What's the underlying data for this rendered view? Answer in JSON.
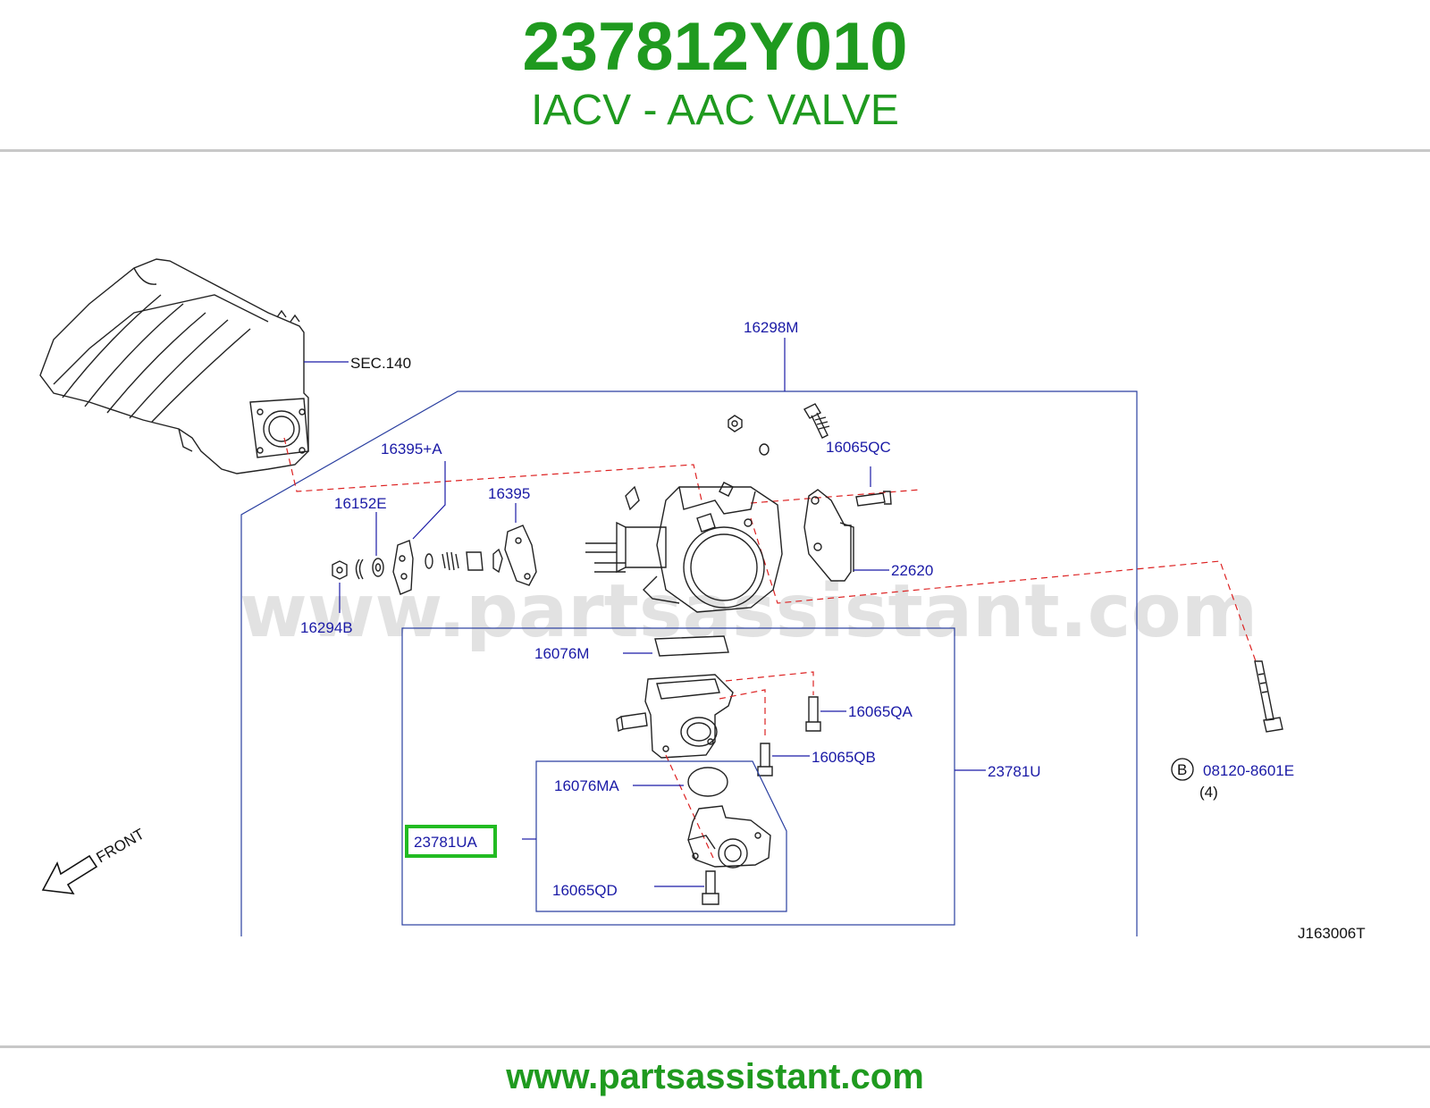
{
  "header": {
    "part_number": "237812Y010",
    "title": "IACV - AAC VALVE"
  },
  "footer": {
    "url": "www.partsassistant.com"
  },
  "diagram": {
    "watermark": "www.partsassistant.com",
    "drawing_code": "J163006T",
    "front_label": "FRONT",
    "circle_letter": "B",
    "bolt_qty": "(4)",
    "highlight_color": "#22bb22",
    "label_color": "#1a1aa6",
    "callouts": {
      "sec140": "SEC.140",
      "c16298M": "16298M",
      "c16395A": "16395+A",
      "c16395": "16395",
      "c16152E": "16152E",
      "c16294B": "16294B",
      "c16065QC": "16065QC",
      "c22620": "22620",
      "c16076M": "16076M",
      "c16065QA": "16065QA",
      "c16065QB": "16065QB",
      "c23781U": "23781U",
      "c16076MA": "16076MA",
      "c23781UA": "23781UA",
      "c16065QD": "16065QD",
      "c08120": "08120-8601E"
    }
  }
}
